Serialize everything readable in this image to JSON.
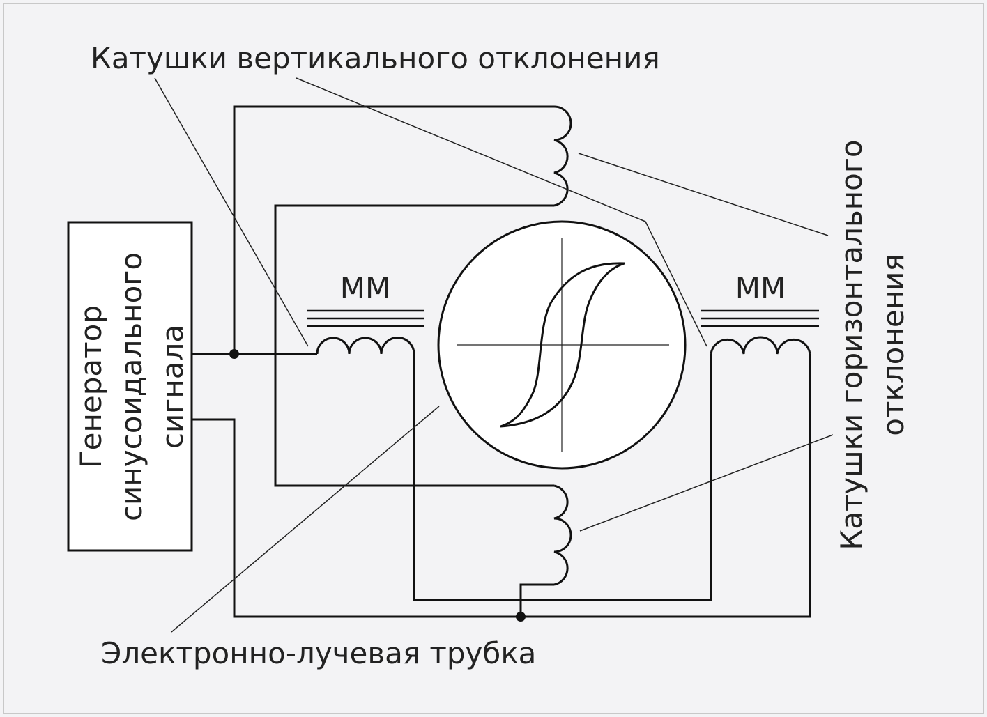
{
  "labels": {
    "vertical_coils": "Катушки вертикального отклонения",
    "horizontal_coils_line1": "Катушки горизонтального",
    "horizontal_coils_line2": "отклонения",
    "generator_line1": "Генератор",
    "generator_line2": "синусоидального",
    "generator_line3": "сигнала",
    "mm_left": "MM",
    "mm_right": "MM",
    "crt": "Электронно-лучевая трубка"
  },
  "colors": {
    "background": "#f3f3f5",
    "frame": "#c8c8c8",
    "line": "#111111",
    "crt_fill": "#ffffff",
    "generator_fill": "#ffffff"
  }
}
